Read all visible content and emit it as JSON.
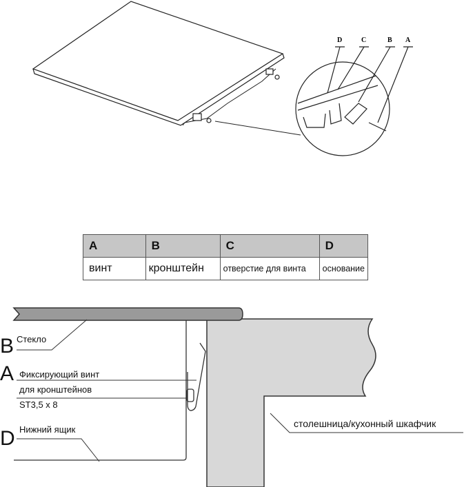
{
  "callout_labels": [
    "D",
    "C",
    "B",
    "A"
  ],
  "table": {
    "headers": [
      "A",
      "B",
      "C",
      "D"
    ],
    "values": [
      "винт",
      "кронштейн",
      "отверстие для винта",
      "основание"
    ]
  },
  "section": {
    "letters": {
      "b": "B",
      "a": "A",
      "d": "D"
    },
    "glass": "Стекло",
    "screw_line1": "Фиксирующий винт",
    "screw_line2": "для кронштейнов",
    "screw_spec": "ST3,5 x 8",
    "lower_box": "Нижний ящик",
    "countertop": "столешница/кухонный шкафчик"
  }
}
